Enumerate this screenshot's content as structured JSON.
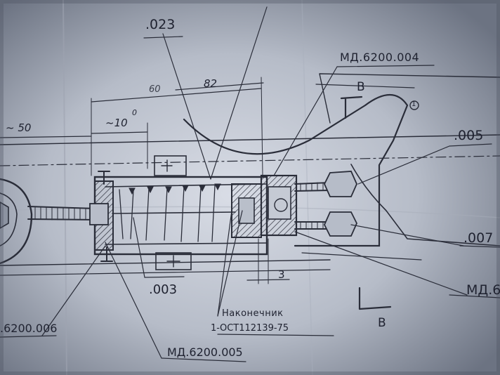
{
  "labels": {
    "part_023": ".023",
    "part_md_004": "МД.6200.004",
    "part_005": ".005",
    "part_007_partial": ".007",
    "part_md_partial": "МД.6",
    "part_003": ".003",
    "part_md_005": "МД.6200.005",
    "part_006_partial": ".6200.006",
    "tip_name": "Наконечник",
    "tip_standard": "1-ОСТ112139-75",
    "dim_50": "~ 50",
    "dim_10": "~10",
    "dim_60": "60",
    "dim_82": "82",
    "dim_3": "3",
    "section_b_top": "B",
    "section_b_bottom": "B",
    "circled_1": "1",
    "degree_mark": "0"
  },
  "colors": {
    "paper_light": "#c9ced8",
    "paper_dark": "#6f7684",
    "ink": "#23262f",
    "pencil": "#3a3e4c"
  }
}
